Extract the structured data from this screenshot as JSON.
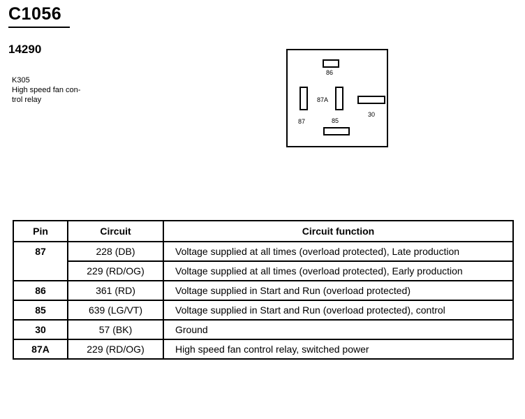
{
  "connector": {
    "id": "C1056",
    "part_number": "14290",
    "component_code": "K305",
    "component_lines": [
      "High speed fan con-",
      "trol relay"
    ]
  },
  "relay_diagram": {
    "labels": {
      "t86": "86",
      "t87A": "87A",
      "t30": "30",
      "t87": "87",
      "t85": "85"
    }
  },
  "table": {
    "headers": [
      "Pin",
      "Circuit",
      "Circuit function"
    ],
    "rows": [
      {
        "pin": "87",
        "circuit": "228 (DB)",
        "function": "Voltage supplied at all times (overload protected), Late production"
      },
      {
        "pin": "",
        "circuit": "229 (RD/OG)",
        "function": "Voltage supplied at all times (overload protected), Early production"
      },
      {
        "pin": "86",
        "circuit": "361 (RD)",
        "function": "Voltage supplied in Start and Run (overload protected)"
      },
      {
        "pin": "85",
        "circuit": "639 (LG/VT)",
        "function": "Voltage supplied in Start and Run (overload protected), control"
      },
      {
        "pin": "30",
        "circuit": "57 (BK)",
        "function": "Ground"
      },
      {
        "pin": "87A",
        "circuit": "229 (RD/OG)",
        "function": "High speed fan control relay, switched power"
      }
    ]
  }
}
